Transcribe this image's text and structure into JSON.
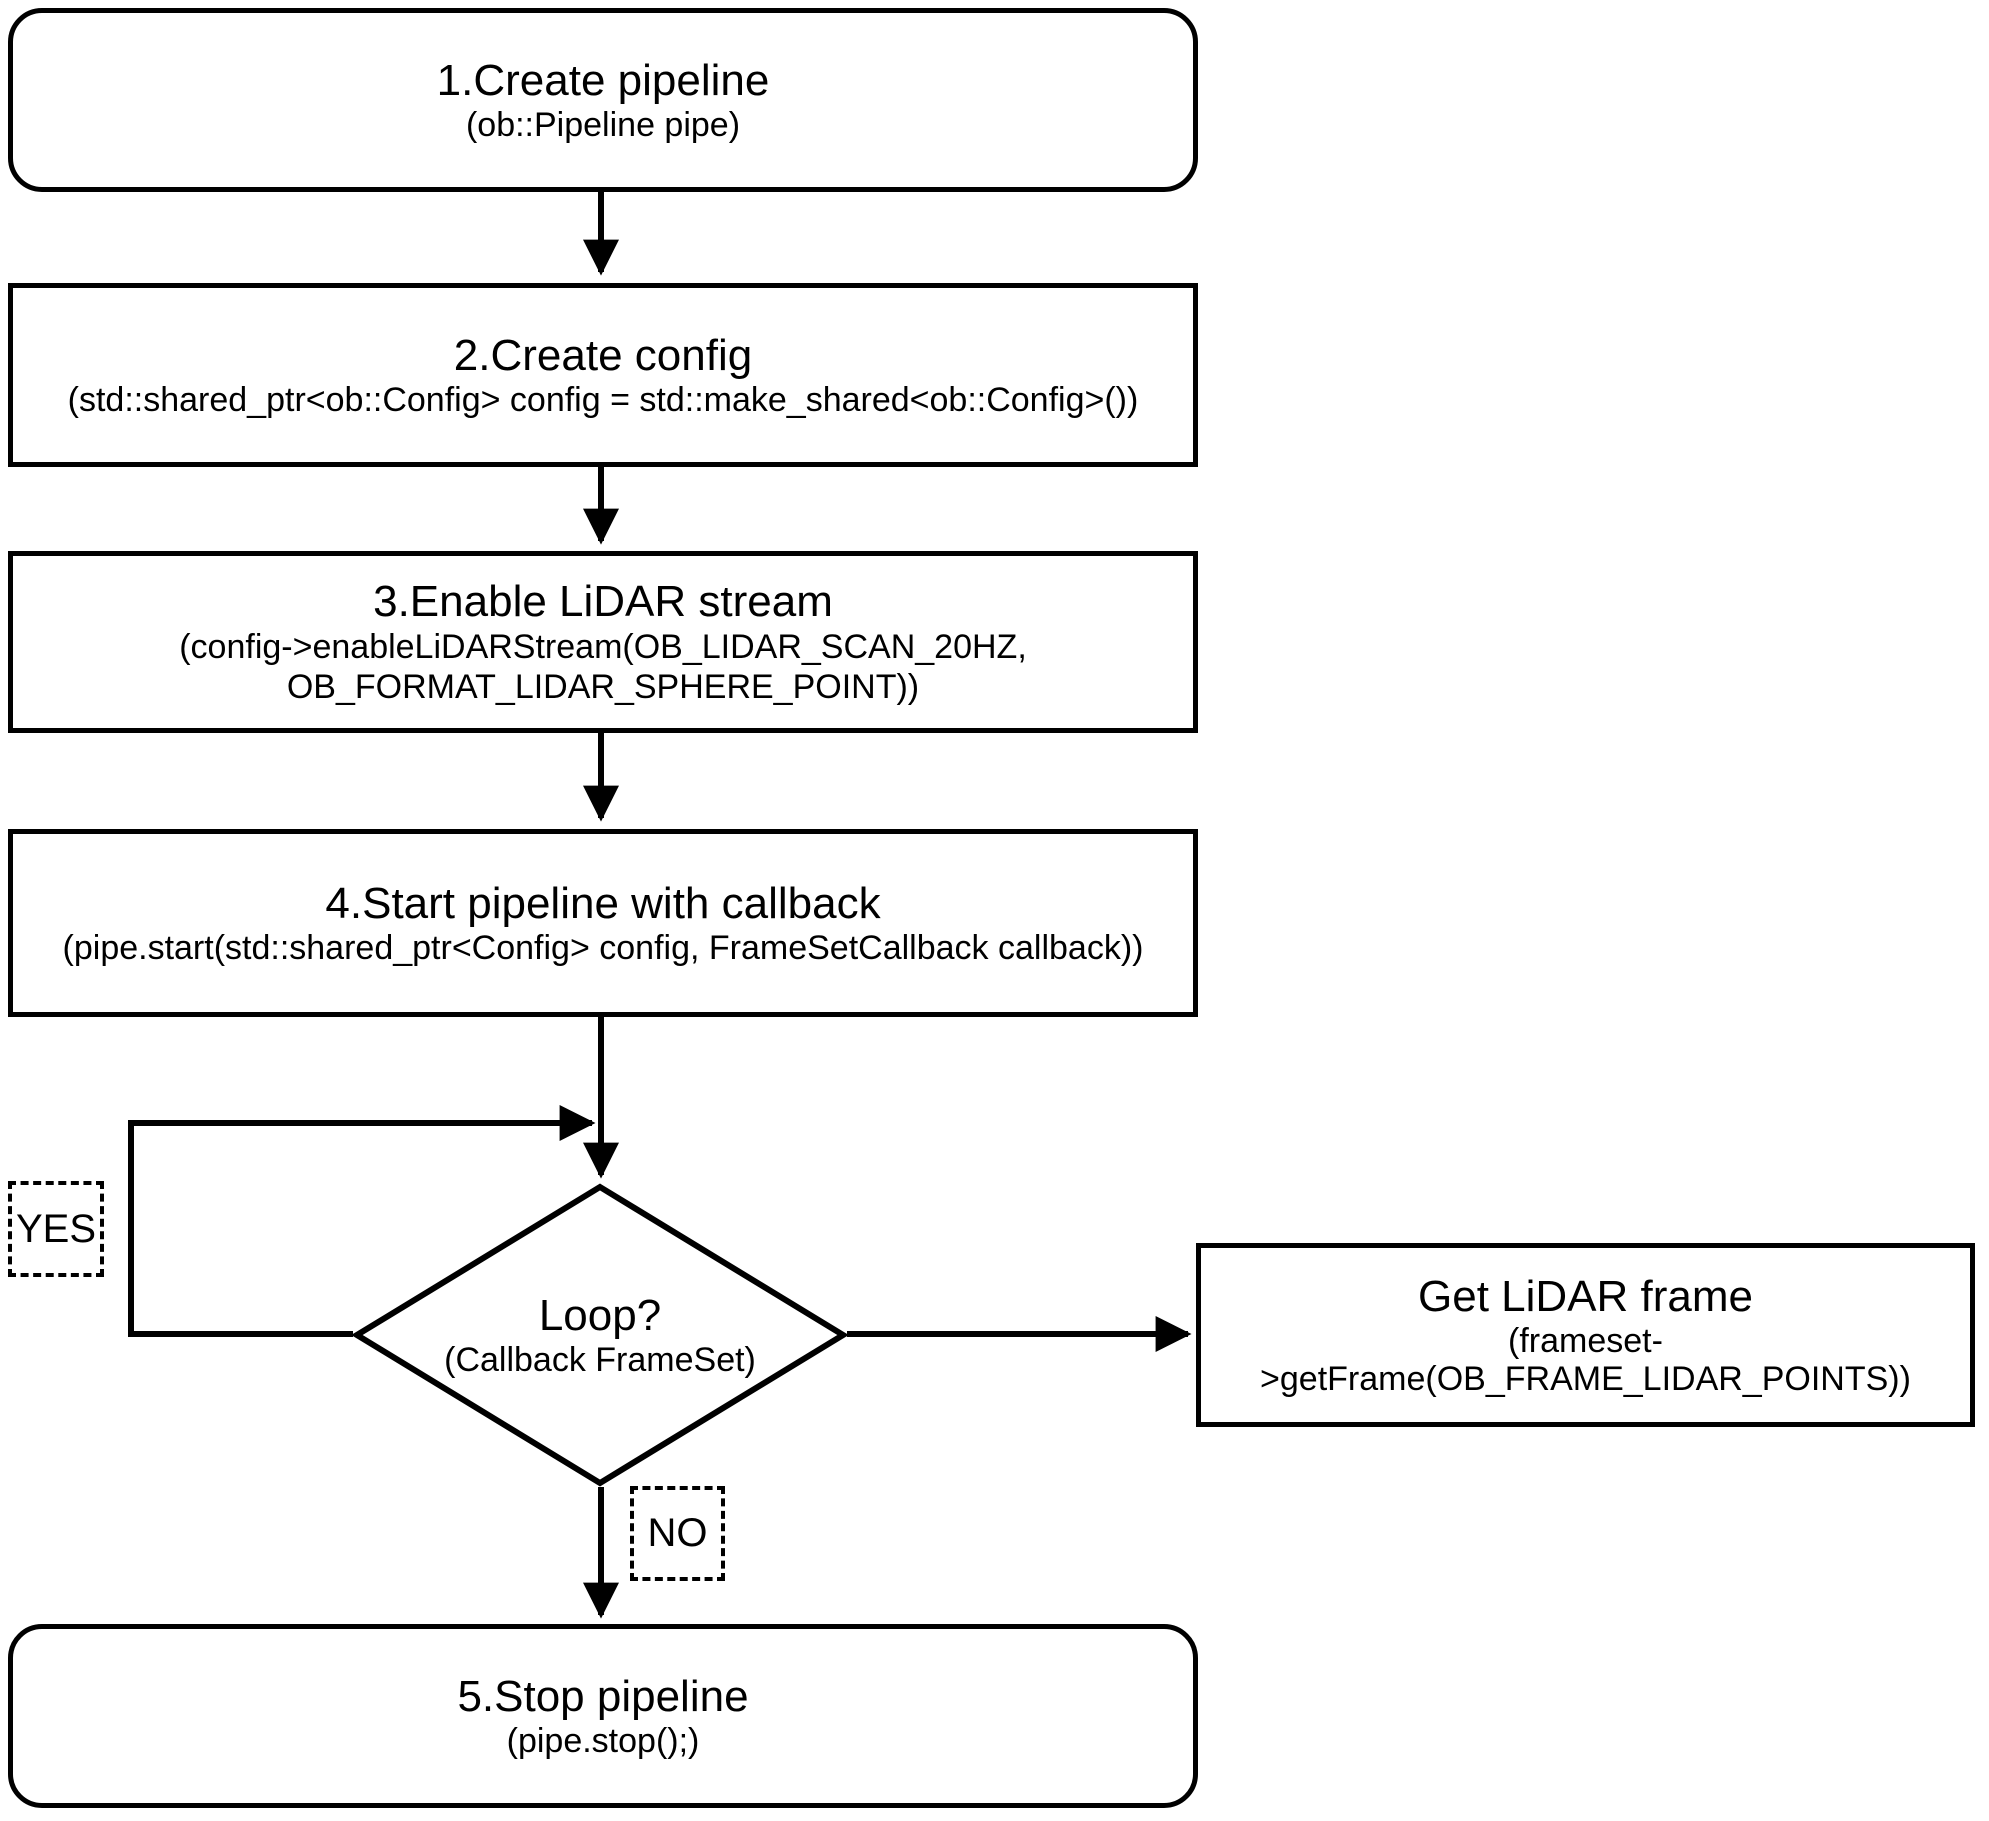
{
  "diagram": {
    "type": "flowchart",
    "nodes": {
      "create_pipeline": {
        "title": "1.Create pipeline",
        "subtitle": "(ob::Pipeline pipe)"
      },
      "create_config": {
        "title": "2.Create config",
        "subtitle": "(std::shared_ptr<ob::Config> config = std::make_shared<ob::Config>())"
      },
      "enable_lidar": {
        "title": "3.Enable LiDAR stream",
        "subtitle": "(config->enableLiDARStream(OB_LIDAR_SCAN_20HZ,\nOB_FORMAT_LIDAR_SPHERE_POINT))"
      },
      "start_pipeline": {
        "title": "4.Start pipeline with callback",
        "subtitle": "(pipe.start(std::shared_ptr<Config> config, FrameSetCallback callback))"
      },
      "loop_decision": {
        "title": "Loop?",
        "subtitle": "(Callback FrameSet)"
      },
      "get_frame": {
        "title": "Get LiDAR frame",
        "subtitle": "(frameset-\n>getFrame(OB_FRAME_LIDAR_POINTS))"
      },
      "stop_pipeline": {
        "title": "5.Stop pipeline",
        "subtitle": "(pipe.stop();)"
      }
    },
    "edge_labels": {
      "yes": "YES",
      "no": "NO"
    },
    "colors": {
      "stroke": "#000000",
      "fill": "#ffffff",
      "text": "#000000"
    }
  }
}
